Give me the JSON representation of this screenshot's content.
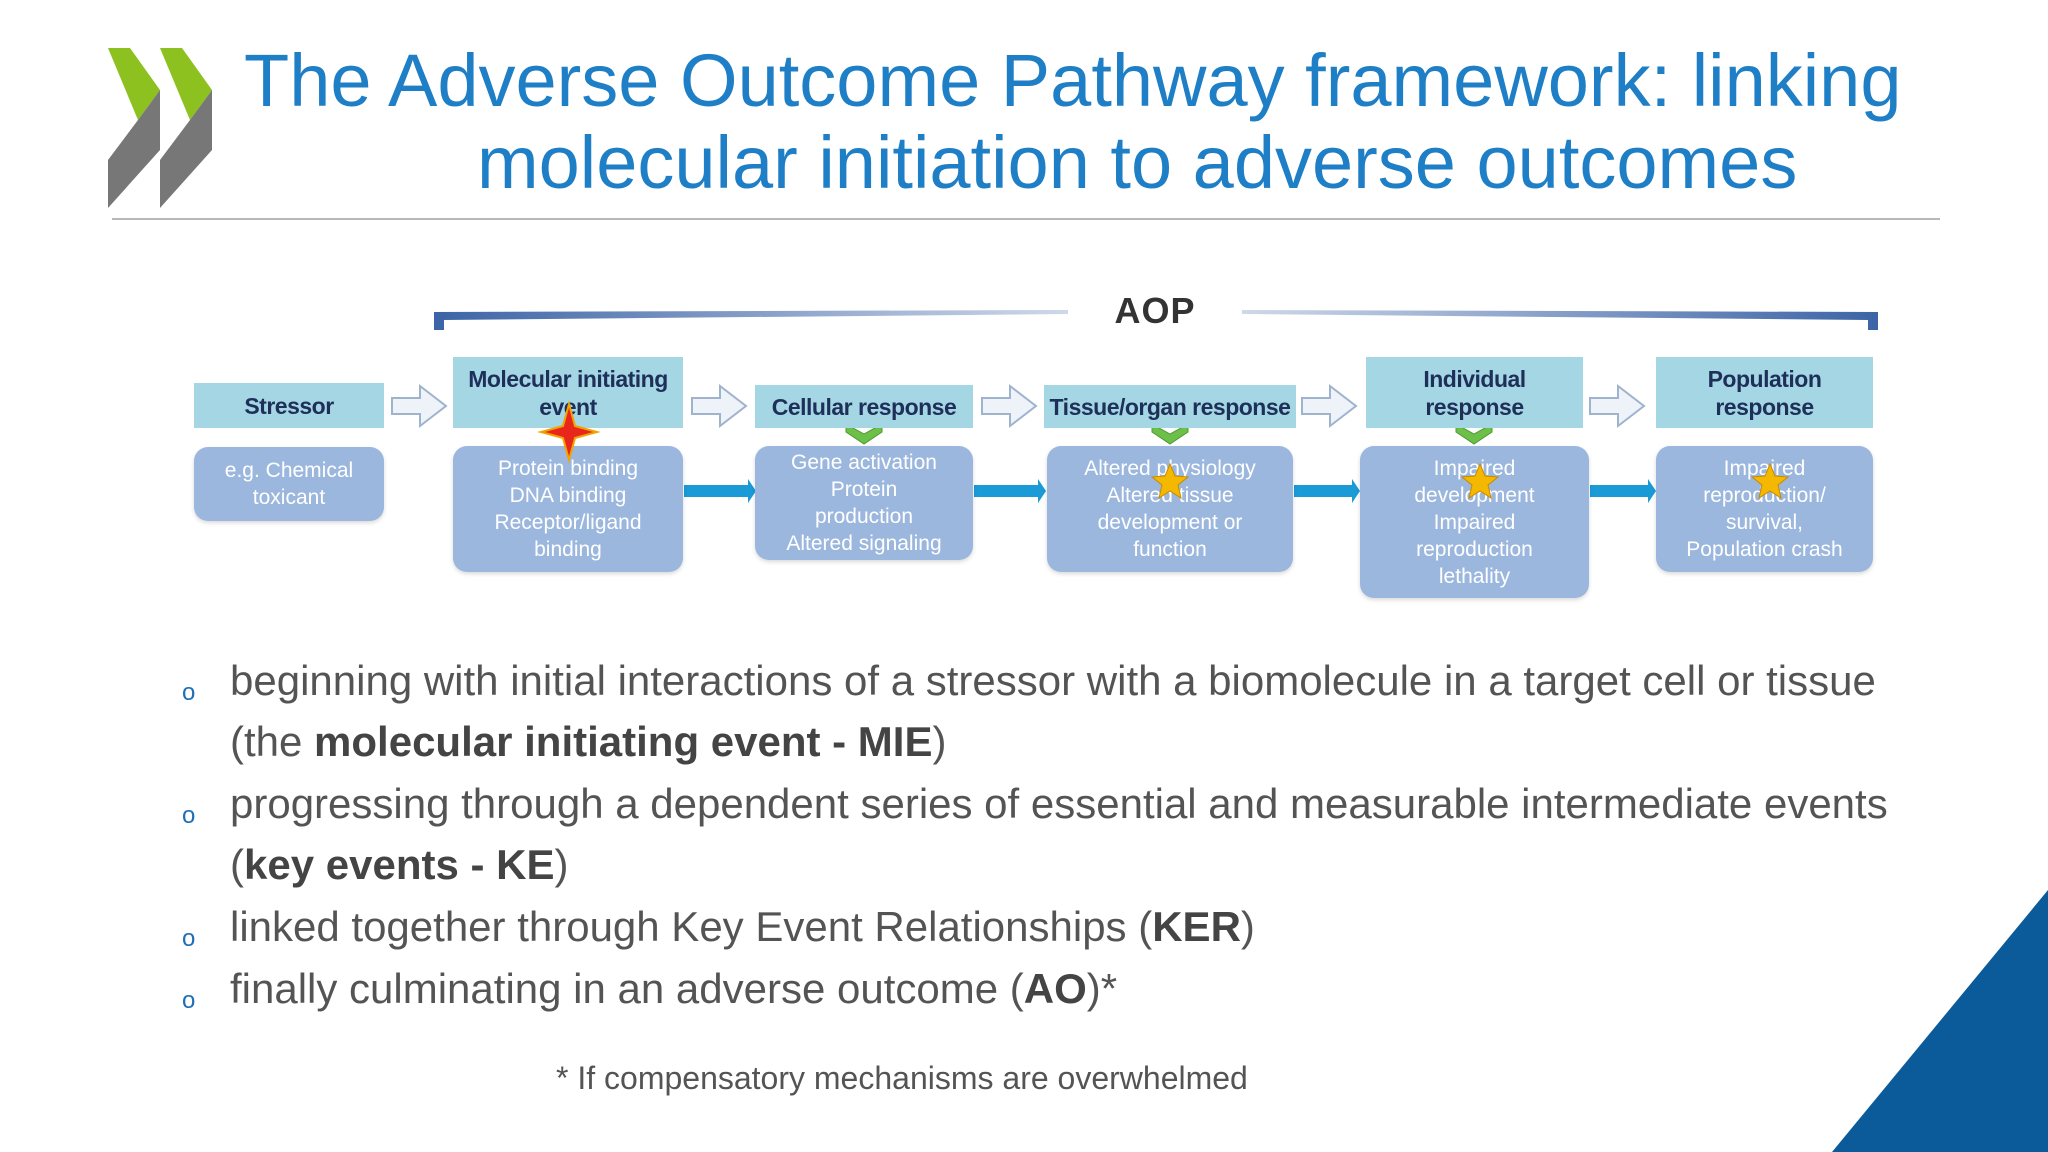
{
  "title": {
    "line1": "The Adverse Outcome Pathway framework: linking",
    "line2": "molecular initiation to adverse outcomes"
  },
  "aop_label": "AOP",
  "steps": [
    {
      "header": "Stressor",
      "detail": "e.g. Chemical\ntoxicant",
      "marker": "none"
    },
    {
      "header": "Molecular initiating\nevent",
      "detail": "Protein binding\nDNA binding\nReceptor/ligand\nbinding",
      "marker": "red-star"
    },
    {
      "header": "Cellular response",
      "detail": "Gene activation\nProtein\nproduction\nAltered signaling",
      "marker": "none"
    },
    {
      "header": "Tissue/organ response",
      "detail": "Altered physiology\nAltered tissue\ndevelopment or\nfunction",
      "marker": "yellow-star"
    },
    {
      "header": "Individual\nresponse",
      "detail": "Impaired\ndevelopment\nImpaired\nreproduction\nlethality",
      "marker": "yellow-star"
    },
    {
      "header": "Population\nresponse",
      "detail": "Impaired\nreproduction/\nsurvival,\nPopulation crash",
      "marker": "yellow-star"
    }
  ],
  "bullets": [
    {
      "pre": "beginning with initial interactions of a stressor with a biomolecule in a target cell or tissue (the ",
      "bold": "molecular initiating event - MIE",
      "post": ")"
    },
    {
      "pre": "progressing through a dependent series of essential and measurable intermediate events (",
      "bold": "key events - KE",
      "post": ")"
    },
    {
      "pre": "linked together through Key Event Relationships (",
      "bold": "KER",
      "post": ")"
    },
    {
      "pre": "finally culminating in an adverse outcome (",
      "bold": "AO",
      "post": ")*"
    }
  ],
  "bullet_marker": "o",
  "footnote": "* If compensatory mechanisms are overwhelmed",
  "colors": {
    "title": "#1e7fc6",
    "header_fill": "#a4d6e3",
    "box_fill": "#9bb7dd",
    "connector": "#1a9ad6",
    "logo_green": "#8cc11f",
    "logo_gray": "#777777",
    "corner": "#0b5a9a"
  }
}
